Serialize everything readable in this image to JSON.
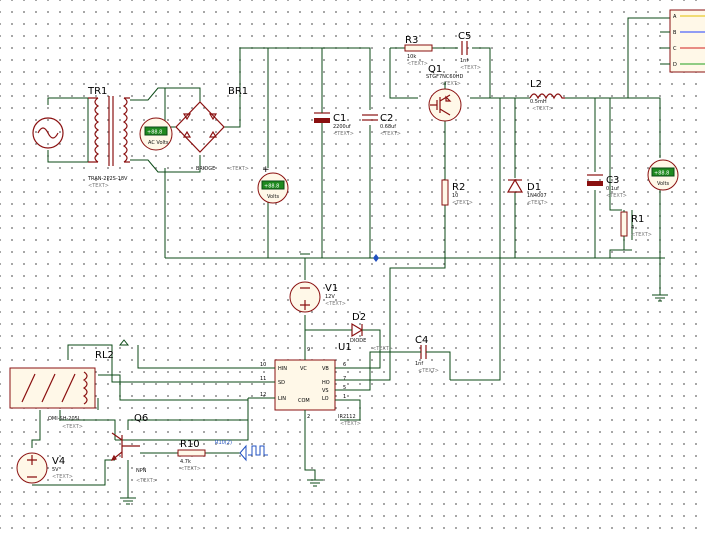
{
  "components": {
    "tr1": {
      "ref": "TR1",
      "value": "TRAN-2P2S-18V",
      "text": "<TEXT>"
    },
    "br1": {
      "ref": "BR1",
      "value": "BRIDGE",
      "text": "<TEXT>"
    },
    "c1": {
      "ref": "C1",
      "value": "2200uf",
      "text": "<TEXT>"
    },
    "c2": {
      "ref": "C2",
      "value": "0.68uf",
      "text": "<TEXT>"
    },
    "r3": {
      "ref": "R3",
      "value": "10k",
      "text": "<TEXT>"
    },
    "c5": {
      "ref": "C5",
      "value": "1nf",
      "text": "<TEXT>"
    },
    "q1": {
      "ref": "Q1",
      "value": "STGF7NC60HD",
      "text": "<TEXT>"
    },
    "r2": {
      "ref": "R2",
      "value": "10",
      "text": "<TEXT>"
    },
    "l2": {
      "ref": "L2",
      "value": "0.5mH",
      "text": "<TEXT>"
    },
    "d1": {
      "ref": "D1",
      "value": "1N4007",
      "text": "<TEXT>"
    },
    "c3": {
      "ref": "C3",
      "value": "0.1uf",
      "text": "<TEXT>"
    },
    "r1": {
      "ref": "R1",
      "value": "4",
      "text": "<TEXT>"
    },
    "v1": {
      "ref": "V1",
      "value": "12V",
      "text": "<TEXT>"
    },
    "d2": {
      "ref": "D2",
      "value": "DIODE",
      "text": "<TEXT>"
    },
    "c4": {
      "ref": "C4",
      "value": "1nf",
      "text": "<TEXT>"
    },
    "u1": {
      "ref": "U1",
      "value": "IR2112",
      "text": "<TEXT>"
    },
    "rl2": {
      "ref": "RL2",
      "value": "OMI-SH-205L",
      "text": "<TEXT>"
    },
    "q6": {
      "ref": "Q6",
      "value": "NPN",
      "text": "<TEXT>"
    },
    "r10": {
      "ref": "R10",
      "value": "4.7k",
      "text": "<TEXT>",
      "source": "R10(2)"
    },
    "v4": {
      "ref": "V4",
      "value": "5V",
      "text": "<TEXT>"
    }
  },
  "meters": {
    "ac_volts": {
      "label": "AC Volts",
      "reading": "+88.8"
    },
    "dc_volts_1": {
      "label": "Volts",
      "reading": "+88.8"
    },
    "dc_volts_2": {
      "label": "Volts",
      "reading": "+88.8"
    }
  },
  "u1_pins": {
    "hin": "HIN",
    "sd": "SD",
    "lin": "LIN",
    "vc": "VC",
    "vb": "VB",
    "ho": "HO",
    "vs": "VS",
    "lo": "LO",
    "com": "COM",
    "n10": "10",
    "n11": "11",
    "n12": "12",
    "n9": "9",
    "n6": "6",
    "n7": "7",
    "n5": "5",
    "n1": "1",
    "n2": "2"
  },
  "scope_channels": [
    "A",
    "B",
    "C",
    "D"
  ],
  "colors": {
    "wire": "#0b4a16",
    "component": "#8a1010",
    "meter_face": "#1f8a1f",
    "background": "#ffffff"
  }
}
